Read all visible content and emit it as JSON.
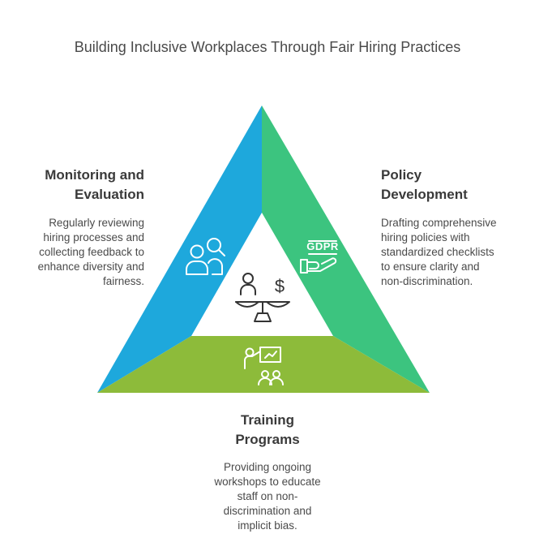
{
  "title": "Building Inclusive Workplaces Through Fair Hiring Practices",
  "colors": {
    "left_segment": "#1ea8dc",
    "right_segment": "#3cc47f",
    "bottom_segment": "#8dbb3a",
    "icon_stroke": "#ffffff",
    "center_icon_stroke": "#333333"
  },
  "segments": {
    "left": {
      "heading": "Monitoring and Evaluation",
      "heading_line1": "Monitoring and",
      "heading_line2": "Evaluation",
      "description_lines": [
        "Regularly reviewing",
        "hiring processes and",
        "collecting feedback to",
        "enhance diversity and",
        "fairness."
      ],
      "icon": "people-magnifier-icon"
    },
    "right": {
      "heading_line1": "Policy",
      "heading_line2": "Development",
      "description_lines": [
        "Drafting comprehensive",
        "hiring policies with",
        "standardized checklists",
        "to ensure clarity and",
        "non-discrimination."
      ],
      "icon": "gdpr-hand-icon",
      "icon_text": "GDPR"
    },
    "bottom": {
      "heading_line1": "Training",
      "heading_line2": "Programs",
      "description_lines": [
        "Providing ongoing",
        "workshops to educate",
        "staff on non-",
        "discrimination and",
        "implicit bias."
      ],
      "icon": "presentation-audience-icon"
    }
  },
  "center": {
    "icon": "balance-scale-person-dollar-icon",
    "symbol": "$"
  }
}
